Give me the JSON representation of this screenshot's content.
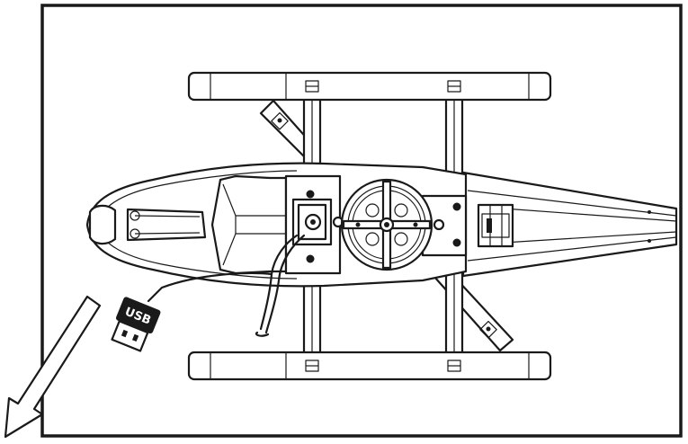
{
  "diagram": {
    "usb_label": "USB",
    "colors": {
      "line": "#1a1a1a",
      "background": "#ffffff"
    },
    "parts": [
      "frame-border",
      "landing-skid-top",
      "landing-skid-bottom",
      "fuselage",
      "rotor-hub",
      "tail-boom",
      "usb-charging-cable",
      "direction-arrow"
    ]
  }
}
